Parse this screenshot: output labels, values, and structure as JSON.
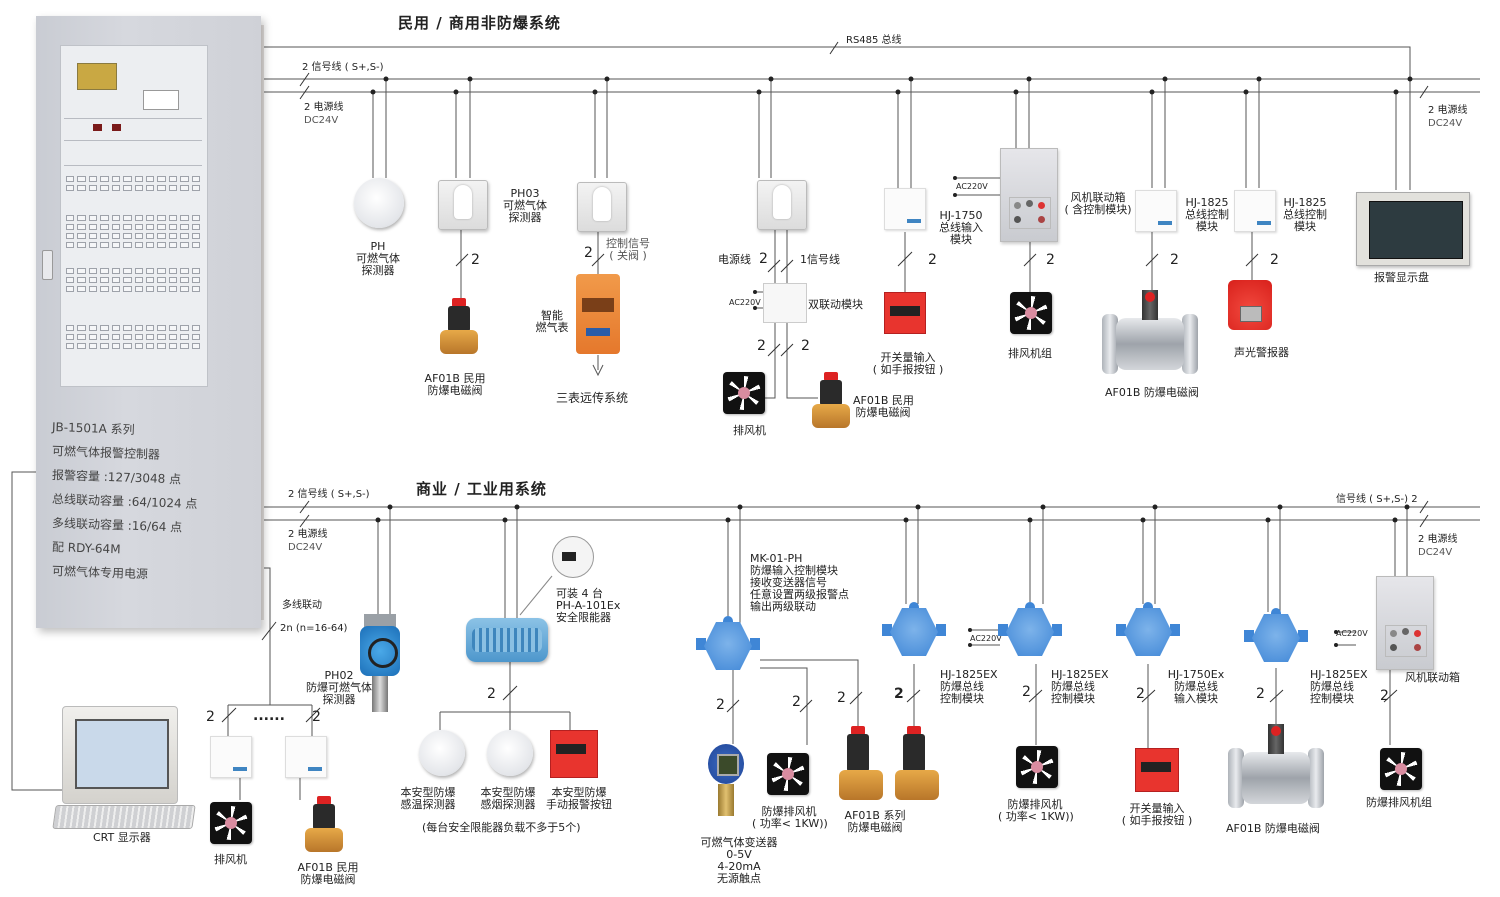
{
  "sections": {
    "top_title": "民用 / 商用非防爆系统",
    "bottom_title": "商业 / 工业用系统"
  },
  "buses": {
    "rs485": "RS485 总线",
    "top_signal": "2 信号线 ( S+,S-)",
    "top_power": "2 电源线",
    "top_power_v": "DC24V",
    "top_right_power": "2 电源线",
    "top_right_power_v": "DC24V",
    "bottom_signal": "2 信号线 ( S+,S-)",
    "bottom_power": "2 电源线",
    "bottom_power_v": "DC24V",
    "bottom_right_signal": "信号线 ( S+,S-) 2",
    "bottom_right_power": "2 电源线",
    "bottom_right_power_v": "DC24V",
    "multiline": "多线联动",
    "multiline_n": "2n (n=16-64)",
    "ac220": "AC220V"
  },
  "controller": {
    "lines": [
      "JB-1501A 系列",
      "可燃气体报警控制器",
      "报警容量 :127/3048 点",
      "总线联动容量 :64/1024 点",
      "多线联动容量 :16/64 点",
      "配 RDY-64M",
      "可燃气体专用电源"
    ]
  },
  "top_devices": {
    "ph": [
      "PH",
      "可燃气体",
      "探测器"
    ],
    "ph03": [
      "PH03",
      "可燃气体",
      "探测器"
    ],
    "af01b_1": [
      "AF01B 民用",
      "防爆电磁阀"
    ],
    "control_signal": [
      "控制信号",
      "( 关阀 )"
    ],
    "smart_meter": [
      "智能",
      "燃气表"
    ],
    "three_meter": "三表远传系统",
    "power_line": "电源线",
    "signal_line": "1信号线",
    "dual_module": "双联动模块",
    "fan_1": "排风机",
    "af01b_2": [
      "AF01B 民用",
      "防爆电磁阀"
    ],
    "hj1750": [
      "HJ-1750",
      "总线输入",
      "模块"
    ],
    "switch_input": [
      "开关量输入",
      "( 如手报按钮 )"
    ],
    "fan_box": [
      "风机联动箱",
      "( 含控制模块)"
    ],
    "fan_group": "排风机组",
    "hj1825_1": [
      "HJ-1825",
      "总线控制",
      "模块"
    ],
    "af01b_big": "AF01B 防爆电磁阀",
    "hj1825_2": [
      "HJ-1825",
      "总线控制",
      "模块"
    ],
    "strobe": "声光警报器",
    "alarm_panel": "报警显示盘"
  },
  "bottom_devices": {
    "crt": "CRT 显示器",
    "fan": "排风机",
    "af01b": [
      "AF01B 民用",
      "防爆电磁阀"
    ],
    "dots": "......",
    "ph02": [
      "PH02",
      "防爆可燃气体",
      "探测器"
    ],
    "barrier": [
      "可装 4 台",
      "PH-A-101Ex",
      "安全限能器"
    ],
    "temp_det": [
      "本安型防爆",
      "感温探测器"
    ],
    "smoke_det": [
      "本安型防爆",
      "感烟探测器"
    ],
    "manual_btn": [
      "本安型防爆",
      "手动报警按钮"
    ],
    "barrier_note": "(每台安全限能器负载不多于5个)",
    "mk01": [
      "MK-01-PH",
      "防爆输入控制模块",
      "接收变送器信号",
      "任意设置两级报警点",
      "输出两级联动"
    ],
    "transmitter": [
      "可燃气体变送器",
      "0-5V",
      "4-20mA",
      "无源触点"
    ],
    "ex_fan_1": [
      "防爆排风机",
      "( 功率< 1KW))"
    ],
    "af01b_series": [
      "AF01B 系列",
      "防爆电磁阀"
    ],
    "hj1825ex_1": [
      "HJ-1825EX",
      "防爆总线",
      "控制模块"
    ],
    "hj1825ex_2": [
      "HJ-1825EX",
      "防爆总线",
      "控制模块"
    ],
    "ex_fan_2": [
      "防爆排风机",
      "( 功率< 1KW))"
    ],
    "hj1750ex": [
      "HJ-1750Ex",
      "防爆总线",
      "输入模块"
    ],
    "switch_input": [
      "开关量输入",
      "( 如手报按钮 )"
    ],
    "hj1825ex_3": [
      "HJ-1825EX",
      "防爆总线",
      "控制模块"
    ],
    "af01b_big": "AF01B 防爆电磁阀",
    "fan_box": "风机联动箱",
    "ex_fan_group": "防爆排风机组"
  },
  "wire_counts": {
    "two": "2"
  }
}
